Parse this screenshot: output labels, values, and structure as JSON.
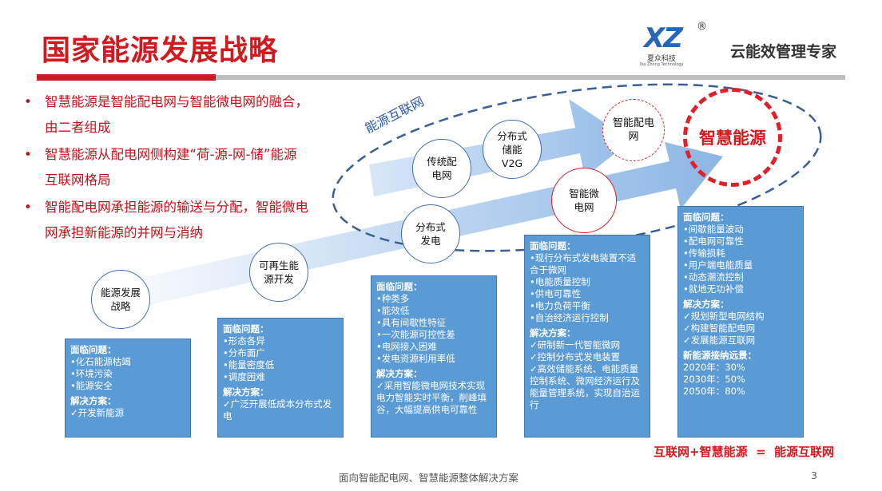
{
  "title": "国家能源发展战略",
  "slogan": "云能效管理专家",
  "logo": {
    "mark": "XZ",
    "name_cn": "夏众科技",
    "name_en": "Xia Zhong Technology",
    "registered": "®"
  },
  "bullets": [
    "智慧能源是智能配电网与智能微电网的融合，由二者组成",
    "智慧能源从配电网侧构建“荷-源-网-储”能源互联网格局",
    "智能配电网承担能源的输送与分配，智能微电网承担新能源的并网与消纳"
  ],
  "ring_label": "能源互联网",
  "circles": {
    "strategy": "能源发展战略",
    "renewable": "可再生能源开发",
    "distributed": "分布式发电",
    "traditional_grid": "传统配电网",
    "storage": "分布式储能V2G",
    "microgrid": "智能微电网",
    "dist_grid": "智能配电网",
    "smart_energy": "智慧能源"
  },
  "boxes": [
    {
      "problems_title": "面临问题：",
      "problems": [
        "•化石能源枯竭",
        "•环境污染",
        "•能源安全"
      ],
      "solutions_title": "解决方案：",
      "solutions": [
        "✓开发新能源"
      ]
    },
    {
      "problems_title": "面临问题：",
      "problems": [
        "•形态各异",
        "•分布面广",
        "•能量密度低",
        "•调度困难"
      ],
      "solutions_title": "解决方案：",
      "solutions": [
        "✓广泛开展低成本分布式发电"
      ]
    },
    {
      "problems_title": "面临问题：",
      "problems": [
        "•种类多",
        "•能效低",
        "•具有间歇性特征",
        "•一次能源可控性差",
        "•电网接入困难",
        "•发电资源利用率低"
      ],
      "solutions_title": "解决方案：",
      "solutions": [
        "✓采用智能微电网技术实现电力智能实时平衡，削峰填谷，大幅提高供电可靠性"
      ]
    },
    {
      "problems_title": "面临问题：",
      "problems": [
        "•现行分布式发电装置不适合于微网",
        "•电能质量控制",
        "•供电可靠性",
        "•电力负荷平衡",
        "•自治经济运行控制"
      ],
      "solutions_title": "解决方案：",
      "solutions": [
        "✓研制新一代智能微网",
        "✓控制分布式发电装置",
        "✓高效储能系统、电能质量控制系统、微网经济运行及能量管理系统，实现自治运行"
      ]
    },
    {
      "problems_title": "面临问题：",
      "problems": [
        "•间歇能量波动",
        "•配电网可靠性",
        "•传输损耗",
        "•用户端电能质量",
        "•动态潮流控制",
        "•就地无功补偿"
      ],
      "solutions_title": "解决方案：",
      "solutions": [
        "✓规划新型电网结构",
        "✓构建智能配电网",
        "✓发展能源互联网"
      ],
      "extra_title": "新能源接纳远景：",
      "extra": [
        "2020年：30%",
        "2030年：50%",
        "2050年：80%"
      ]
    }
  ],
  "formula": "互联网+智慧能源  =  能源互联网",
  "footer": "面向智能配电网、智慧能源整体解决方案",
  "page_number": "3",
  "colors": {
    "accent_red": "#d11a1f",
    "box_blue": "#5b9bd5",
    "arrow_blue": "#a9c8ec",
    "ring_blue": "#3a5f95"
  }
}
